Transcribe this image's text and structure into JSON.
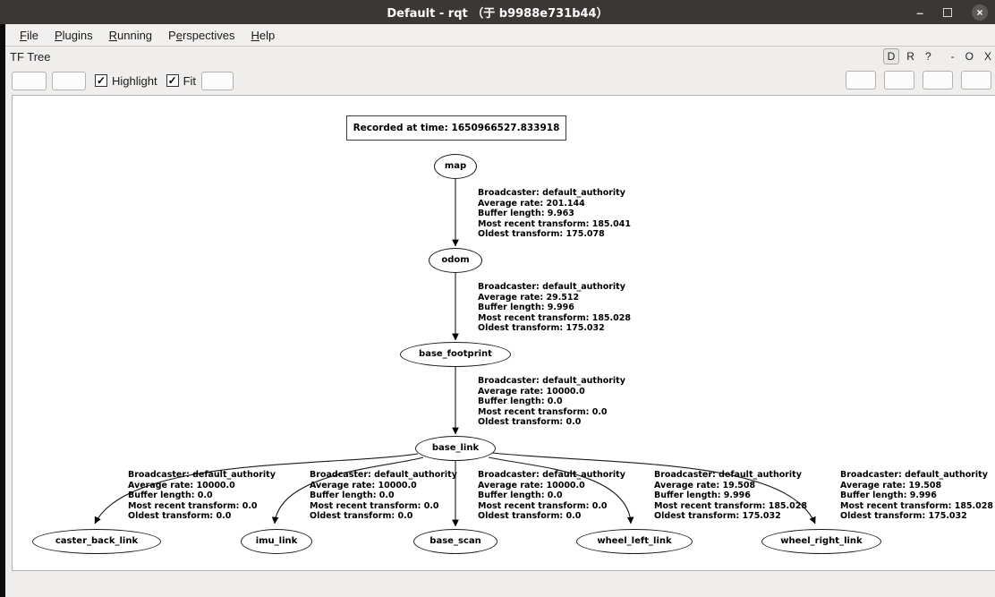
{
  "colors": {
    "titlebar_bg": "#3b3735",
    "chrome_bg": "#efeeec",
    "canvas_bg": "#ffffff",
    "graph_ink": "#000000"
  },
  "window": {
    "title": "Default - rqt （于 b9988e731b44）"
  },
  "icons": {
    "minimize": "–",
    "close": "×",
    "checkmark": "✓"
  },
  "menu": {
    "items": [
      {
        "pre": "",
        "mn": "F",
        "post": "ile"
      },
      {
        "pre": "",
        "mn": "P",
        "post": "lugins"
      },
      {
        "pre": "",
        "mn": "R",
        "post": "unning"
      },
      {
        "pre": "P",
        "mn": "e",
        "post": "rspectives"
      },
      {
        "pre": "",
        "mn": "H",
        "post": "elp"
      }
    ]
  },
  "plugin": {
    "title": "TF Tree",
    "dock_buttons": {
      "dock": "D",
      "reload": "R",
      "help": "?",
      "minimize": "-",
      "restore": "O",
      "close": "X"
    }
  },
  "toolbar": {
    "highlight_label": "Highlight",
    "highlight_checked": true,
    "fit_label": "Fit",
    "fit_checked": true
  },
  "graph": {
    "recorded_label": "Recorded at time: 1650966527.833918",
    "nodes": [
      {
        "label": "map"
      },
      {
        "label": "odom"
      },
      {
        "label": "base_footprint"
      },
      {
        "label": "base_link"
      },
      {
        "label": "caster_back_link"
      },
      {
        "label": "imu_link"
      },
      {
        "label": "base_scan"
      },
      {
        "label": "wheel_left_link"
      },
      {
        "label": "wheel_right_link"
      }
    ],
    "edges": [
      {
        "from": "map",
        "to": "odom",
        "lines": [
          "Broadcaster: default_authority",
          "Average rate: 201.144",
          "Buffer length: 9.963",
          "Most recent transform: 185.041",
          "Oldest transform: 175.078"
        ]
      },
      {
        "from": "odom",
        "to": "base_footprint",
        "lines": [
          "Broadcaster: default_authority",
          "Average rate: 29.512",
          "Buffer length: 9.996",
          "Most recent transform: 185.028",
          "Oldest transform: 175.032"
        ]
      },
      {
        "from": "base_footprint",
        "to": "base_link",
        "lines": [
          "Broadcaster: default_authority",
          "Average rate: 10000.0",
          "Buffer length: 0.0",
          "Most recent transform: 0.0",
          "Oldest transform: 0.0"
        ]
      },
      {
        "from": "base_link",
        "to": "caster_back_link",
        "lines": [
          "Broadcaster: default_authority",
          "Average rate: 10000.0",
          "Buffer length: 0.0",
          "Most recent transform: 0.0",
          "Oldest transform: 0.0"
        ]
      },
      {
        "from": "base_link",
        "to": "imu_link",
        "lines": [
          "Broadcaster: default_authority",
          "Average rate: 10000.0",
          "Buffer length: 0.0",
          "Most recent transform: 0.0",
          "Oldest transform: 0.0"
        ]
      },
      {
        "from": "base_link",
        "to": "base_scan",
        "lines": [
          "Broadcaster: default_authority",
          "Average rate: 10000.0",
          "Buffer length: 0.0",
          "Most recent transform: 0.0",
          "Oldest transform: 0.0"
        ]
      },
      {
        "from": "base_link",
        "to": "wheel_left_link",
        "lines": [
          "Broadcaster: default_authority",
          "Average rate: 19.508",
          "Buffer length: 9.996",
          "Most recent transform: 185.028",
          "Oldest transform: 175.032"
        ]
      },
      {
        "from": "base_link",
        "to": "wheel_right_link",
        "lines": [
          "Broadcaster: default_authority",
          "Average rate: 19.508",
          "Buffer length: 9.996",
          "Most recent transform: 185.028",
          "Oldest transform: 175.032"
        ]
      }
    ]
  }
}
